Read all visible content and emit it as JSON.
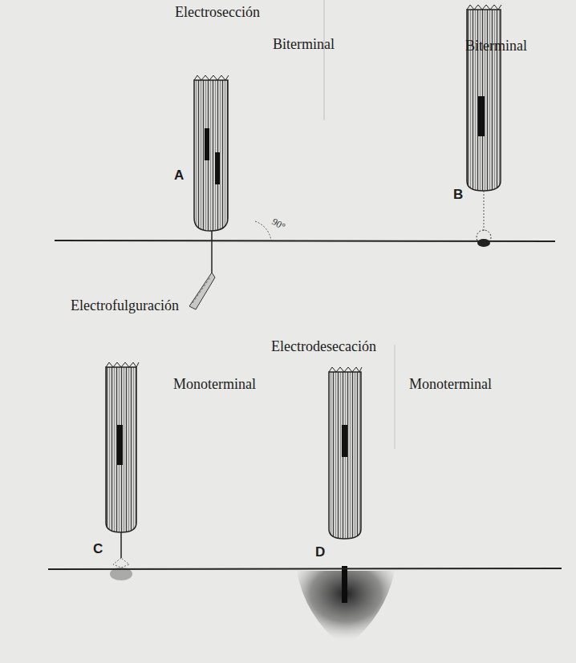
{
  "diagram": {
    "labels": [
      "Electrosección",
      "Biterminal",
      "Biterminal",
      "A",
      "B",
      "90°",
      "Electrofulguración",
      "Electrodesecación",
      "Monoterminal",
      "C",
      "Monoterminal",
      "D"
    ]
  }
}
